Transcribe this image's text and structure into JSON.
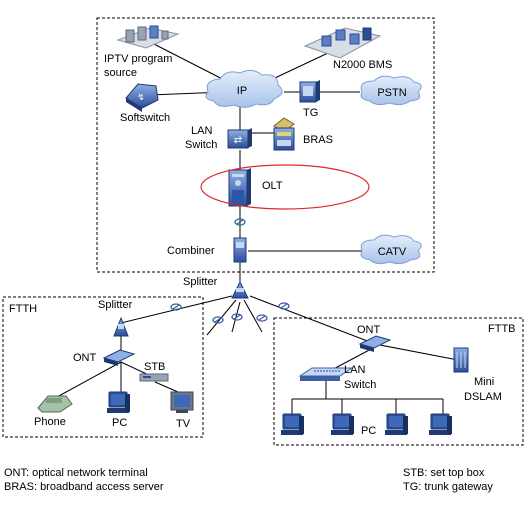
{
  "labels": {
    "iptv_source": "IPTV program",
    "iptv_source_2": "source",
    "n2000": "N2000 BMS",
    "ip_cloud": "IP",
    "pstn_cloud": "PSTN",
    "tg": "TG",
    "softswitch": "Softswitch",
    "lan_switch_1": "LAN",
    "lan_switch_2": "Switch",
    "bras": "BRAS",
    "olt": "OLT",
    "combiner": "Combiner",
    "catv_cloud": "CATV",
    "splitter_main": "Splitter",
    "ftth_title": "FTTH",
    "splitter_ftth": "Splitter",
    "ont_ftth": "ONT",
    "stb": "STB",
    "phone": "Phone",
    "pc_ftth": "PC",
    "tv": "TV",
    "fttb_title": "FTTB",
    "ont_fttb": "ONT",
    "lan_switch_fttb_1": "LAN",
    "lan_switch_fttb_2": "Switch",
    "mini_dslam_1": "Mini",
    "mini_dslam_2": "DSLAM",
    "pc_fttb": "PC"
  },
  "legend": {
    "ont_def": "ONT: optical network terminal",
    "bras_def": "BRAS: broadband access server",
    "stb_def": "STB: set top box",
    "tg_def": "TG: trunk gateway"
  },
  "colors": {
    "device_blue": "#3c5fa8",
    "device_dark": "#1f3a73",
    "cloud_fill": "#bfd3f0",
    "cloud_stroke": "#7f9fce",
    "highlight_ellipse": "#e0282a",
    "line": "#000000"
  }
}
